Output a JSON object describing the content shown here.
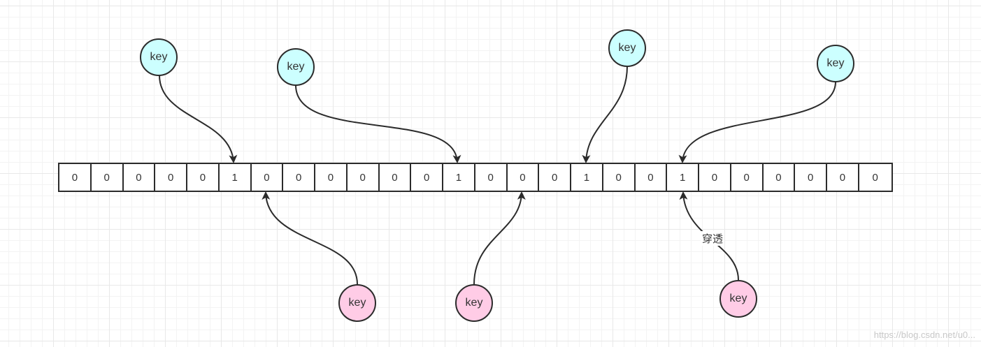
{
  "bit_array": {
    "bits": [
      "0",
      "0",
      "0",
      "0",
      "0",
      "1",
      "0",
      "0",
      "0",
      "0",
      "0",
      "0",
      "1",
      "0",
      "0",
      "0",
      "1",
      "0",
      "0",
      "1",
      "0",
      "0",
      "0",
      "0",
      "0",
      "0"
    ]
  },
  "keys": {
    "top": [
      {
        "label": "key",
        "target_bit_index": 5
      },
      {
        "label": "key",
        "target_bit_index": 12
      },
      {
        "label": "key",
        "target_bit_index": 16
      },
      {
        "label": "key",
        "target_bit_index": 19
      }
    ],
    "bottom": [
      {
        "label": "key",
        "target_bit_index": 6
      },
      {
        "label": "key",
        "target_bit_index": 14
      },
      {
        "label": "key",
        "target_bit_index": 19
      }
    ]
  },
  "edge_label": "穿透",
  "watermark": "https://blog.csdn.net/u0...",
  "colors": {
    "top_key_fill": "#ccffff",
    "bottom_key_fill": "#ffcce6",
    "stroke": "#2b2b2b"
  }
}
